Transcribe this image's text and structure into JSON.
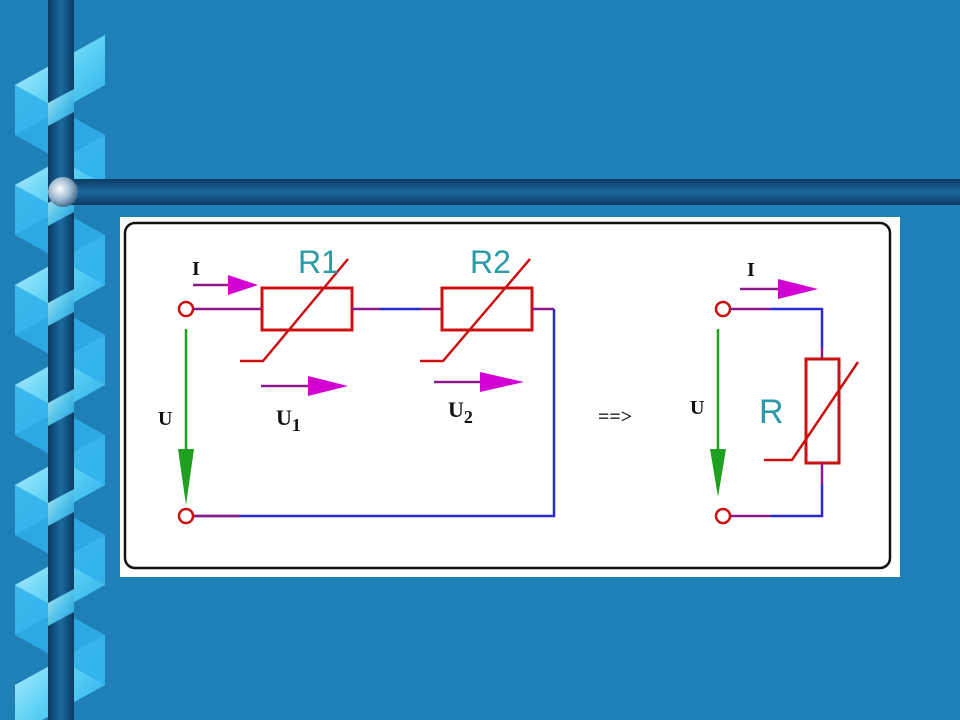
{
  "diagram": {
    "left_circuit": {
      "current_label": "I",
      "voltage_label": "U",
      "resistor_1_label": "R1",
      "resistor_2_label": "R2",
      "u1_label": "U",
      "u1_subscript": "1",
      "u2_label": "U",
      "u2_subscript": "2"
    },
    "equivalence_arrow": "==>",
    "right_circuit": {
      "current_label": "I",
      "voltage_label": "U",
      "resistor_label": "R"
    }
  },
  "colors": {
    "background": "#1f7fb7",
    "bar": "#0d4a78",
    "ribbon_light": "#aef0ff",
    "ribbon_mid": "#33b5ef",
    "wire_blue": "#2a2ad0",
    "wire_purple": "#8a1a8a",
    "resistor_red": "#cc1010",
    "arrow_magenta": "#d200d2",
    "arrow_green": "#20a020",
    "label_teal": "#2a9aa8"
  }
}
